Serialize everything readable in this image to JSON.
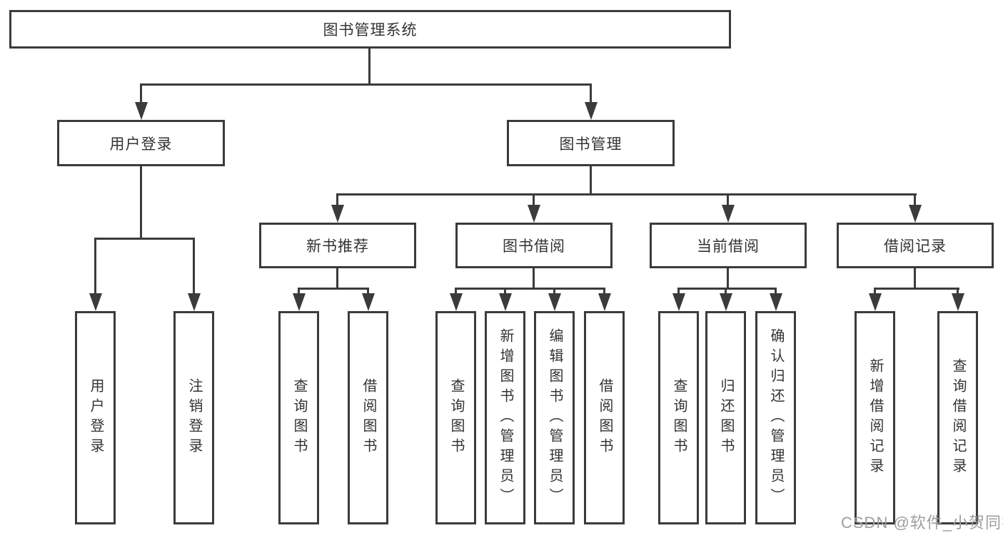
{
  "tree": {
    "root": {
      "label": "图书管理系统"
    },
    "user": {
      "label": "用户登录",
      "children": [
        {
          "label": "用户登录"
        },
        {
          "label": "注销登录"
        }
      ]
    },
    "book": {
      "label": "图书管理",
      "children": [
        {
          "label": "新书推荐",
          "children": [
            {
              "label": "查询图书"
            },
            {
              "label": "借阅图书"
            }
          ]
        },
        {
          "label": "图书借阅",
          "children": [
            {
              "label": "查询图书"
            },
            {
              "label": "新增图书（管理员）"
            },
            {
              "label": "编辑图书（管理员）"
            },
            {
              "label": "借阅图书"
            }
          ]
        },
        {
          "label": "当前借阅",
          "children": [
            {
              "label": "查询图书"
            },
            {
              "label": "归还图书"
            },
            {
              "label": "确认归还（管理员）"
            }
          ]
        },
        {
          "label": "借阅记录",
          "children": [
            {
              "label": "新增借阅记录"
            },
            {
              "label": "查询借阅记录"
            }
          ]
        }
      ]
    }
  },
  "watermark": "CSDN @软件_小贺同学",
  "colors": {
    "line": "#3b3b3b",
    "box_background": "#ffffff",
    "text": "#333333",
    "watermark": "#9e9e9e"
  }
}
